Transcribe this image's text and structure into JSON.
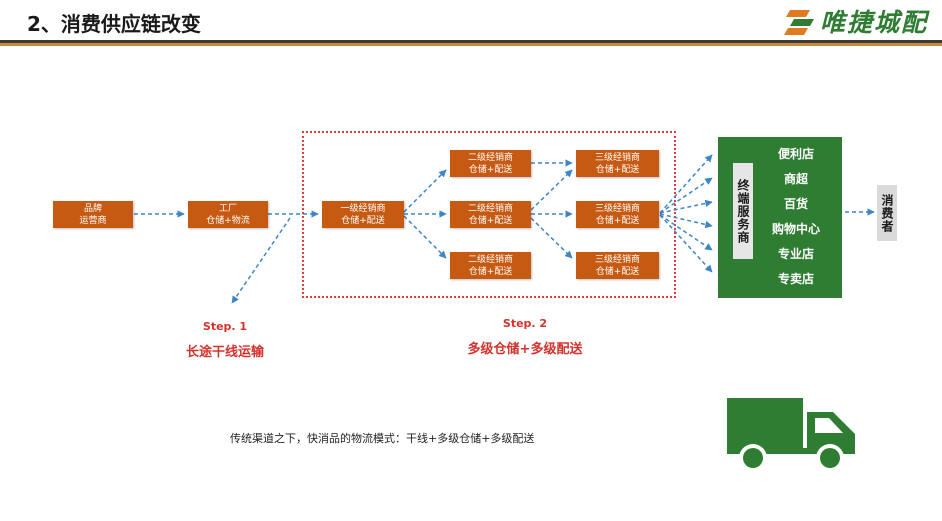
{
  "header": {
    "title": "2、消费供应链改变",
    "brand": "唯捷城配"
  },
  "nodes": {
    "brand_operator": [
      "品牌",
      "运营商"
    ],
    "factory": [
      "工厂",
      "仓储+物流"
    ],
    "tier1": [
      "一级经销商",
      "仓储+配送"
    ],
    "tier2": [
      "二级经销商",
      "仓储+配送"
    ],
    "tier3": [
      "三级经销商",
      "仓储+配送"
    ]
  },
  "terminal_service": "终端服务商",
  "stores": [
    "便利店",
    "商超",
    "百货",
    "购物中心",
    "专业店",
    "专卖店"
  ],
  "consumer": "消费者",
  "steps": [
    {
      "num": "Step. 1",
      "desc": "长途干线运输"
    },
    {
      "num": "Step. 2",
      "desc": "多级仓储+多级配送"
    }
  ],
  "caption": "传统渠道之下，快消品的物流模式：干线+多级仓储+多级配送",
  "colors": {
    "node": "#c75a12",
    "panel": "#2e7d32",
    "step": "#d4322c",
    "arrow": "#3d86c6",
    "truck": "#2e7d32"
  }
}
